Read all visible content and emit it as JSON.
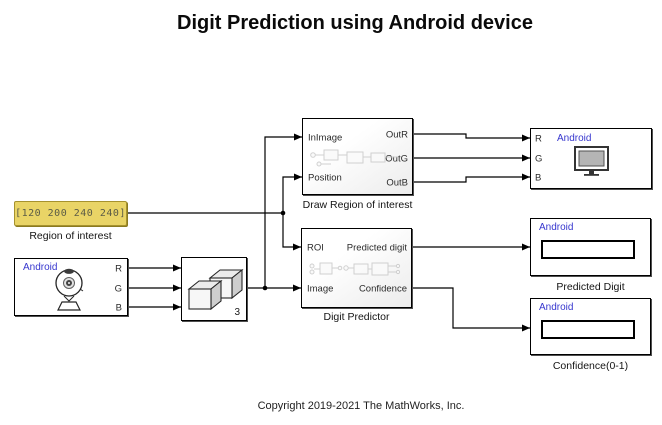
{
  "title": "Digit Prediction using Android device",
  "copyright": "Copyright 2019-2021 The MathWorks, Inc.",
  "colors": {
    "android_brand_blue": "#3636CE",
    "constant_fill": "#E9D466",
    "constant_border": "#A6922E",
    "wire_color": "#000000"
  },
  "blocks": {
    "region_of_interest": {
      "value": "[120 200 240 240]",
      "label": "Region of interest"
    },
    "android_camera": {
      "brand": "Android",
      "out_ports": [
        "R",
        "G",
        "B"
      ]
    },
    "matrix_concatenate": {
      "badge": "3"
    },
    "draw_region": {
      "label": "Draw Region of interest",
      "in_ports": [
        "InImage",
        "Position"
      ],
      "out_ports": [
        "OutR",
        "OutG",
        "OutB"
      ]
    },
    "digit_predictor": {
      "label": "Digit Predictor",
      "in_ports": [
        "ROI",
        "Image"
      ],
      "out_ports": [
        "Predicted digit",
        "Confidence"
      ]
    },
    "android_display": {
      "brand": "Android",
      "in_ports": [
        "R",
        "G",
        "B"
      ]
    },
    "predicted_digit": {
      "brand": "Android",
      "label": "Predicted Digit"
    },
    "confidence": {
      "brand": "Android",
      "label": "Confidence(0-1)"
    }
  }
}
